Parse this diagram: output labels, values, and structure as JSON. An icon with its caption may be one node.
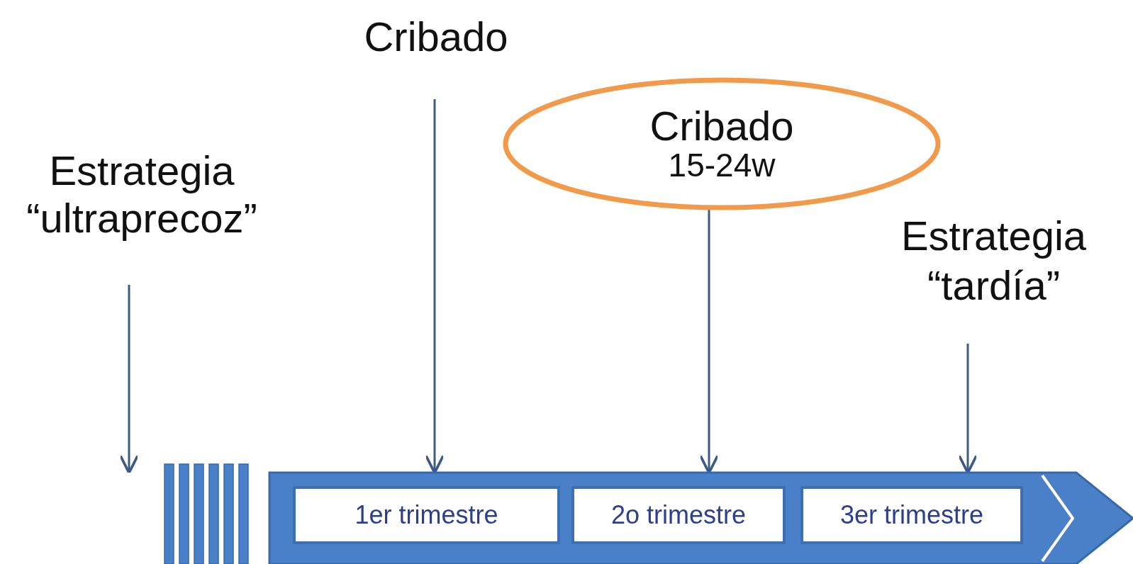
{
  "diagram": {
    "nodes": [
      {
        "text": [
          "Estrategia “ultraprecoz”"
        ]
      },
      {
        "text": [
          "Cribado"
        ]
      },
      {
        "text": [
          "Cribado",
          "15-24w"
        ]
      },
      {
        "text": [
          "Estrategia “tardía”"
        ]
      },
      {
        "text": [],
        "shape": "bar"
      },
      {
        "text": [
          "1er trimestre"
        ],
        "in": 4
      },
      {
        "text": [
          "2o trimestre"
        ],
        "in": 4
      },
      {
        "text": [
          "3er trimestre"
        ],
        "in": 4
      }
    ],
    "edges": [
      {
        "from": 0,
        "to": 4,
        "arrow": "to"
      },
      {
        "from": 1,
        "to": 4,
        "arrow": "to"
      },
      {
        "from": 2,
        "to": 4,
        "arrow": "to"
      },
      {
        "from": 3,
        "to": 4,
        "arrow": "to"
      }
    ]
  }
}
